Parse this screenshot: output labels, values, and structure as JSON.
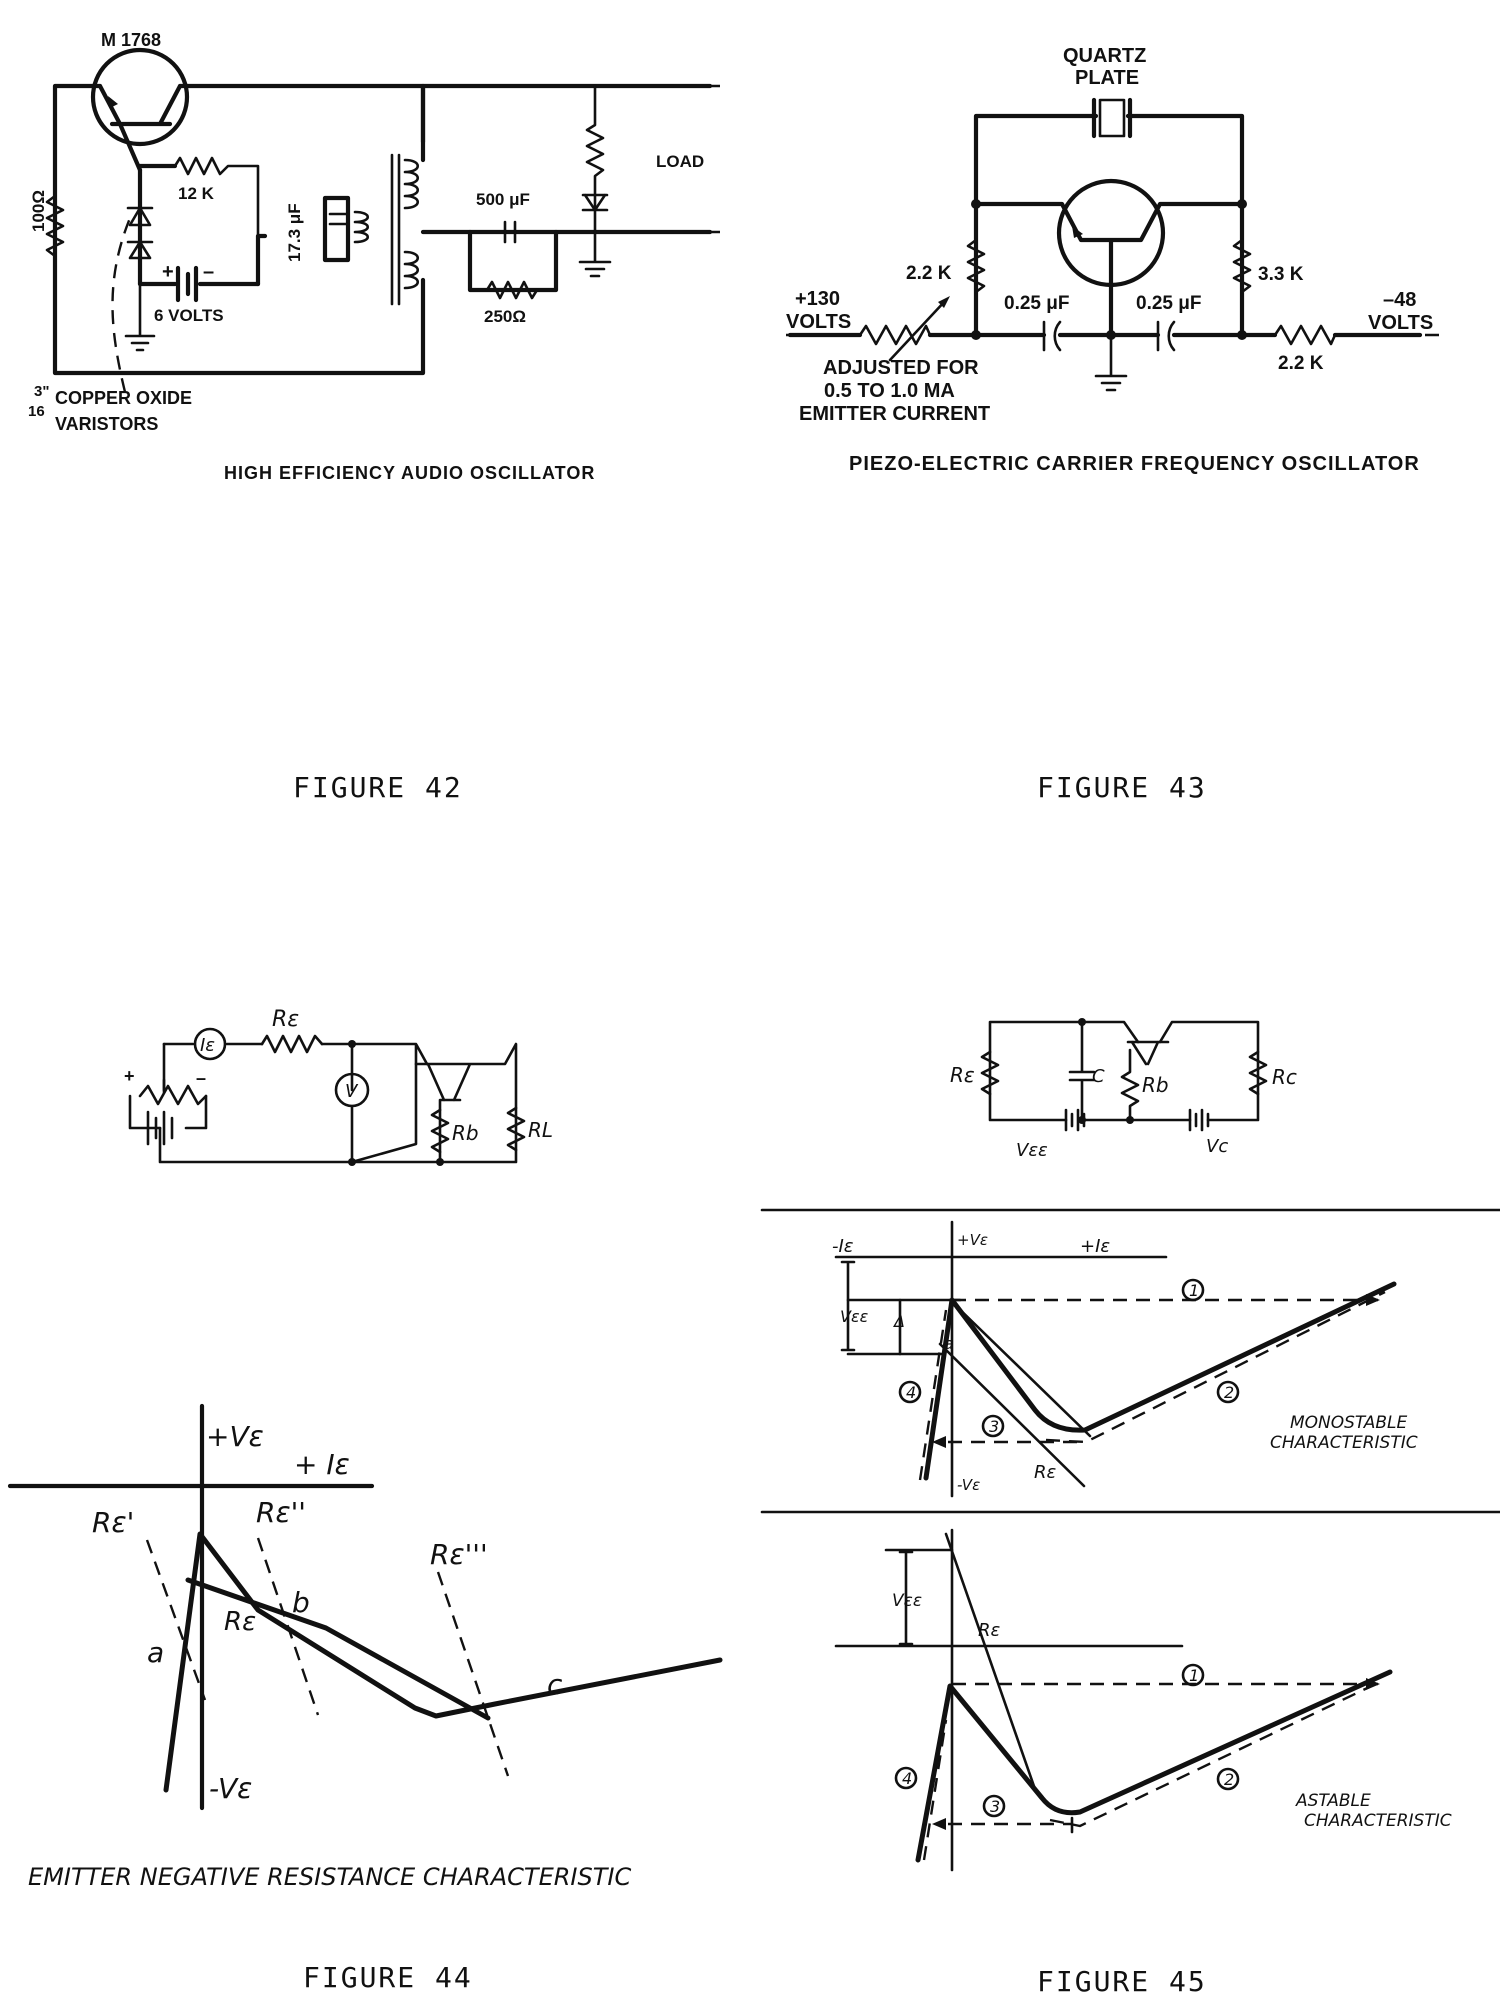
{
  "figure42": {
    "transistor": "M 1768",
    "r_left": "100Ω",
    "r_12k": "12 K",
    "cap_17": "17.3 μF",
    "battery": "6 VOLTS",
    "plus": "+",
    "minus": "–",
    "cap_500": "500 μF",
    "r_250": "250Ω",
    "load": "LOAD",
    "varistor_size": "3\"",
    "varistor_size_den": "16",
    "varistor_line1": "COPPER OXIDE",
    "varistor_line2": "VARISTORS",
    "caption": "HIGH EFFICIENCY AUDIO OSCILLATOR",
    "label": "FIGURE 42"
  },
  "figure43": {
    "quartz1": "QUARTZ",
    "quartz2": "PLATE",
    "r_22_left": "2.2 K",
    "r_33": "3.3 K",
    "c1": "0.25 μF",
    "c2": "0.25 μF",
    "v_plus1": "+130",
    "v_plus2": "VOLTS",
    "v_minus1": "–48",
    "v_minus2": "VOLTS",
    "r_22_right": "2.2 K",
    "adj1": "ADJUSTED FOR",
    "adj2": "0.5 TO 1.0 MA",
    "adj3": "EMITTER CURRENT",
    "caption": "PIEZO-ELECTRIC CARRIER FREQUENCY OSCILLATOR",
    "label": "FIGURE 43"
  },
  "figure44": {
    "ie": "Iε",
    "re": "Rε",
    "v": "V",
    "rb": "Rb",
    "rl": "RL",
    "plus": "+",
    "minus": "–",
    "plus_ve": "+Vε",
    "plus_ie": "+ Iε",
    "minus_ve": "-Vε",
    "re1": "Rε'",
    "re2": "Rε''",
    "re3": "Rε'''",
    "re_line": "Rε",
    "pt_a": "a",
    "pt_b": "b",
    "pt_c": "c",
    "caption": "EMITTER NEGATIVE RESISTANCE CHARACTERISTIC",
    "label": "FIGURE 44"
  },
  "figure45": {
    "re": "Rε",
    "c": "C",
    "rb": "Rb",
    "rc": "Rc",
    "vee": "Vεε",
    "vc": "Vc",
    "minus_ie": "-Iε",
    "plus_ve": "+Vε",
    "plus_ie": "+Iε",
    "vee_dim": "Vεε",
    "delta": "Δ",
    "pt_a": "a",
    "n1": "1",
    "n2": "2",
    "n3": "3",
    "n4": "4",
    "minus_ve": "-Vε",
    "re_line": "Rε",
    "mono1": "MONOSTABLE",
    "mono2": "CHARACTERISTIC",
    "vee_dim2": "Vεε",
    "re_line2": "Rε",
    "a1": "1",
    "a2": "2",
    "a3": "3",
    "a4": "4",
    "astable1": "ASTABLE",
    "astable2": "CHARACTERISTIC",
    "label": "FIGURE 45"
  }
}
